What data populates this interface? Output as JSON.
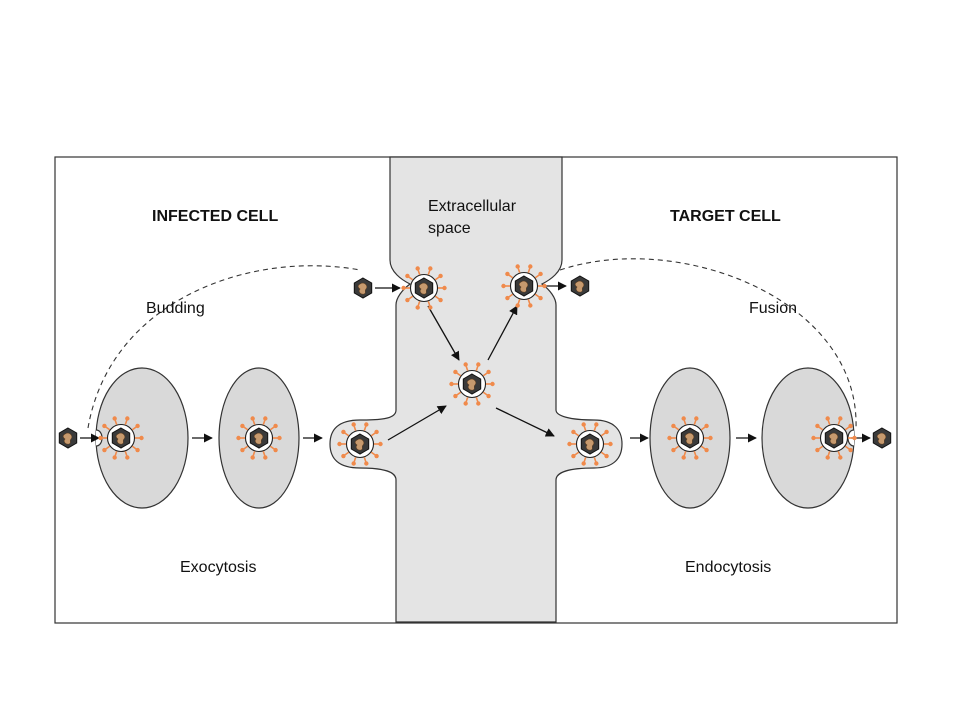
{
  "labels": {
    "infected_cell": "INFECTED CELL",
    "target_cell": "TARGET CELL",
    "extracellular_line1": "Extracellular",
    "extracellular_line2": "space",
    "budding": "Budding",
    "fusion": "Fusion",
    "exocytosis": "Exocytosis",
    "endocytosis": "Endocytosis"
  },
  "colors": {
    "cell_fill": "#d9d9d9",
    "extracellular_fill": "#e4e4e4",
    "spike": "#f08a4b",
    "capsid": "#3a3a3a",
    "genome": "#c79a6e",
    "outline": "#333333"
  },
  "icons": {
    "naked_virus": "hexagonal-capsid-icon",
    "enveloped_virus": "enveloped-virion-icon"
  }
}
